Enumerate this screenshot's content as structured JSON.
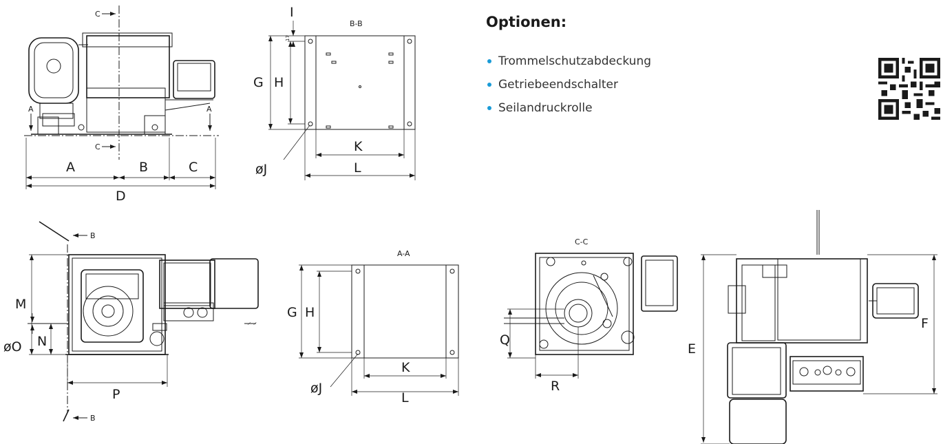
{
  "options": {
    "title": "Optionen:",
    "items": [
      "Trommelschutzabdeckung",
      "Getriebeendschalter",
      "Seilandruckrolle"
    ]
  },
  "labels": {
    "A": "A",
    "B": "B",
    "C": "C",
    "D": "D",
    "E": "E",
    "F": "F",
    "G": "G",
    "H": "H",
    "I": "I",
    "J": "øJ",
    "K": "K",
    "L": "L",
    "M": "M",
    "N": "N",
    "O": "øO",
    "P": "P",
    "Q": "Q",
    "R": "R"
  },
  "section_marks": {
    "A": "A",
    "B": "B",
    "C": "C",
    "AA": "A-A",
    "BB": "B-B",
    "CC": "C-C"
  },
  "small_dim_value": "17",
  "colors": {
    "bullet": "#1a9bd7",
    "line": "#1a1a1a",
    "text": "#333333"
  }
}
